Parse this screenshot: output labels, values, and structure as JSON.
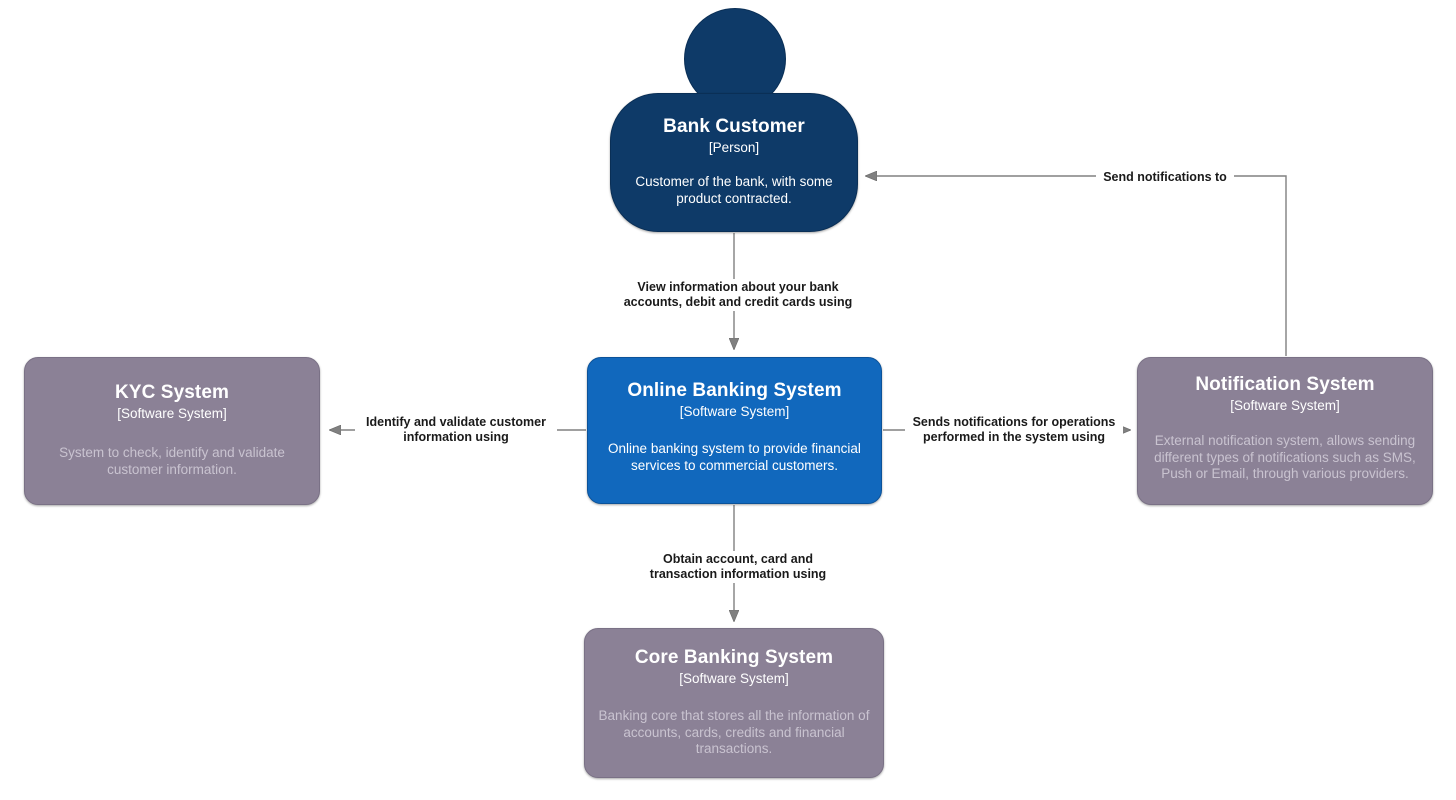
{
  "diagram": {
    "type": "C4 System Context",
    "colors": {
      "person": "#0E3A68",
      "internal_system": "#1168BD",
      "external_system": "#8B8196",
      "edge": "#707070",
      "edge_label_text": "#1a1a1a",
      "node_title_text": "#ffffff",
      "external_desc_text": "#C9C3D0"
    }
  },
  "nodes": {
    "bank_customer": {
      "title": "Bank Customer",
      "type": "[Person]",
      "description": "Customer of the bank, with some product contracted."
    },
    "online_banking": {
      "title": "Online Banking System",
      "type": "[Software System]",
      "description": "Online banking system to provide financial services to commercial customers."
    },
    "kyc": {
      "title": "KYC System",
      "type": "[Software System]",
      "description": "System to check, identify and validate customer information."
    },
    "notification": {
      "title": "Notification System",
      "type": "[Software System]",
      "description": "External notification system, allows sending different types of notifications such as SMS, Push or Email, through various providers."
    },
    "core_banking": {
      "title": "Core Banking System",
      "type": "[Software System]",
      "description": "Banking core that stores all the information of accounts, cards, credits and financial transactions."
    }
  },
  "edges": {
    "customer_to_online": {
      "label": "View information about your bank accounts, debit and credit cards using",
      "from": "bank_customer",
      "to": "online_banking"
    },
    "online_to_kyc": {
      "label": "Identify and validate customer information using",
      "from": "online_banking",
      "to": "kyc"
    },
    "online_to_notification": {
      "label": "Sends notifications for operations performed in the system using",
      "from": "online_banking",
      "to": "notification"
    },
    "online_to_core": {
      "label": "Obtain account, card and transaction information using",
      "from": "online_banking",
      "to": "core_banking"
    },
    "notification_to_customer": {
      "label": "Send notifications to",
      "from": "notification",
      "to": "bank_customer"
    }
  }
}
